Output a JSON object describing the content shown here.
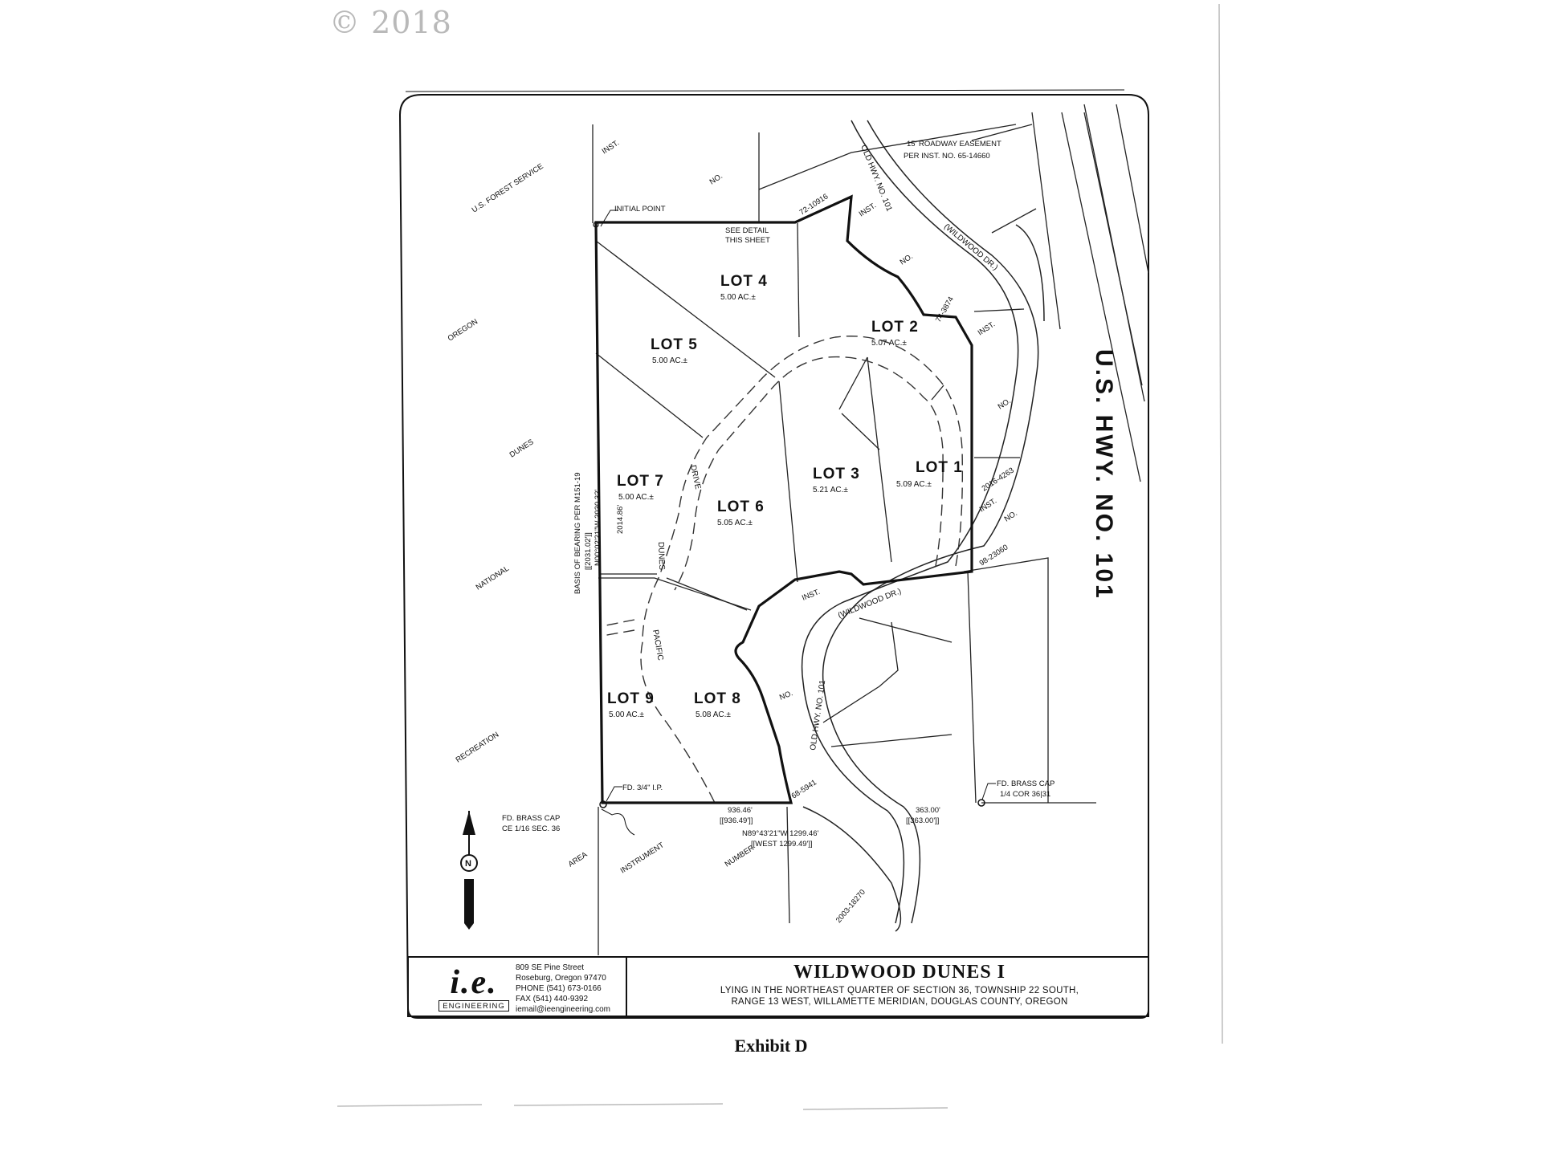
{
  "copyright": "© 2018",
  "exhibit": "Exhibit D",
  "title_block": {
    "title": "WILDWOOD DUNES I",
    "subtitle_line1": "LYING IN THE NORTHEAST QUARTER OF SECTION 36, TOWNSHIP 22 SOUTH,",
    "subtitle_line2": "RANGE 13 WEST, WILLAMETTE MERIDIAN, DOUGLAS COUNTY, OREGON",
    "logo": "i.e.",
    "logo_band": "ENGINEERING",
    "address": [
      "809 SE Pine Street",
      "Roseburg, Oregon 97470",
      "PHONE (541) 673-0166",
      "FAX (541) 440-9392",
      "iemail@ieengineering.com"
    ]
  },
  "lots": [
    {
      "name": "LOT 1",
      "area": "5.09 AC.±"
    },
    {
      "name": "LOT 2",
      "area": "5.07 AC.±"
    },
    {
      "name": "LOT 3",
      "area": "5.21 AC.±"
    },
    {
      "name": "LOT 4",
      "area": "5.00 AC.±"
    },
    {
      "name": "LOT 5",
      "area": "5.00 AC.±"
    },
    {
      "name": "LOT 6",
      "area": "5.05 AC.±"
    },
    {
      "name": "LOT 7",
      "area": "5.00 AC.±"
    },
    {
      "name": "LOT 8",
      "area": "5.08 AC.±"
    },
    {
      "name": "LOT 9",
      "area": "5.00 AC.±"
    }
  ],
  "labels": {
    "forest_service": "U.S. FOREST SERVICE",
    "oregon": "OREGON",
    "dunes": "DUNES",
    "national": "NATIONAL",
    "recreation": "RECREATION",
    "area": "AREA",
    "instrument": "INSTRUMENT",
    "number": "NUMBER",
    "us_hwy": "U.S. HWY. NO. 101",
    "old_hwy_top": "OLD HWY. NO. 101",
    "old_hwy_bottom": "OLD HWY. NO. 101",
    "wildwood_top": "(WILDWOOD DR.)",
    "wildwood_bottom": "(WILDWOOD DR.)",
    "easement_1": "15' ROADWAY EASEMENT",
    "easement_2": "PER INST. NO. 65-14660",
    "initial_point": "INITIAL POINT",
    "see_detail_1": "SEE DETAIL",
    "see_detail_2": "THIS SHEET",
    "inst_top_left": "INST.",
    "no_top_left": "NO.",
    "inst_no_1": "72-10916",
    "inst_ne": "INST.",
    "no_ne": "NO.",
    "inst_no_2": "74-3874",
    "inst_e": "INST.",
    "no_e": "NO.",
    "inst_no_3": "2016-4263",
    "inst_e2": "INST.",
    "no_e2": "NO.",
    "inst_no_4": "98-23060",
    "inst_mid": "INST.",
    "no_mid": "NO.",
    "inst_no_5": "68-5941",
    "inst_no_6": "2003-18270",
    "pacific": "PACIFIC",
    "dunes_road": "DUNES",
    "drive": "DRIVE",
    "basis_bearing": "BASIS OF BEARING PER M151-19",
    "bearing_record": "[[2031.02']]",
    "bearing_west": "N00°02'21\"W  2030.32'",
    "dist_2014": "2014.86'",
    "fd_brass_cap_left_1": "FD. BRASS CAP",
    "fd_brass_cap_left_2": "CE 1/16 SEC. 36",
    "fd_ip": "FD. 3/4\" I.P.",
    "fd_brass_cap_right_1": "FD. BRASS CAP",
    "fd_brass_cap_right_2": "1/4 COR 36|31",
    "dist_936": "936.46'",
    "dist_936_rec": "[[936.49']]",
    "south_bearing": "N89°43'21\"W  1299.46'",
    "south_bearing_rec": "[[WEST  1299.49']]",
    "dist_363": "363.00'",
    "dist_363_rec": "[[363.00']]",
    "north_arrow": "N"
  }
}
